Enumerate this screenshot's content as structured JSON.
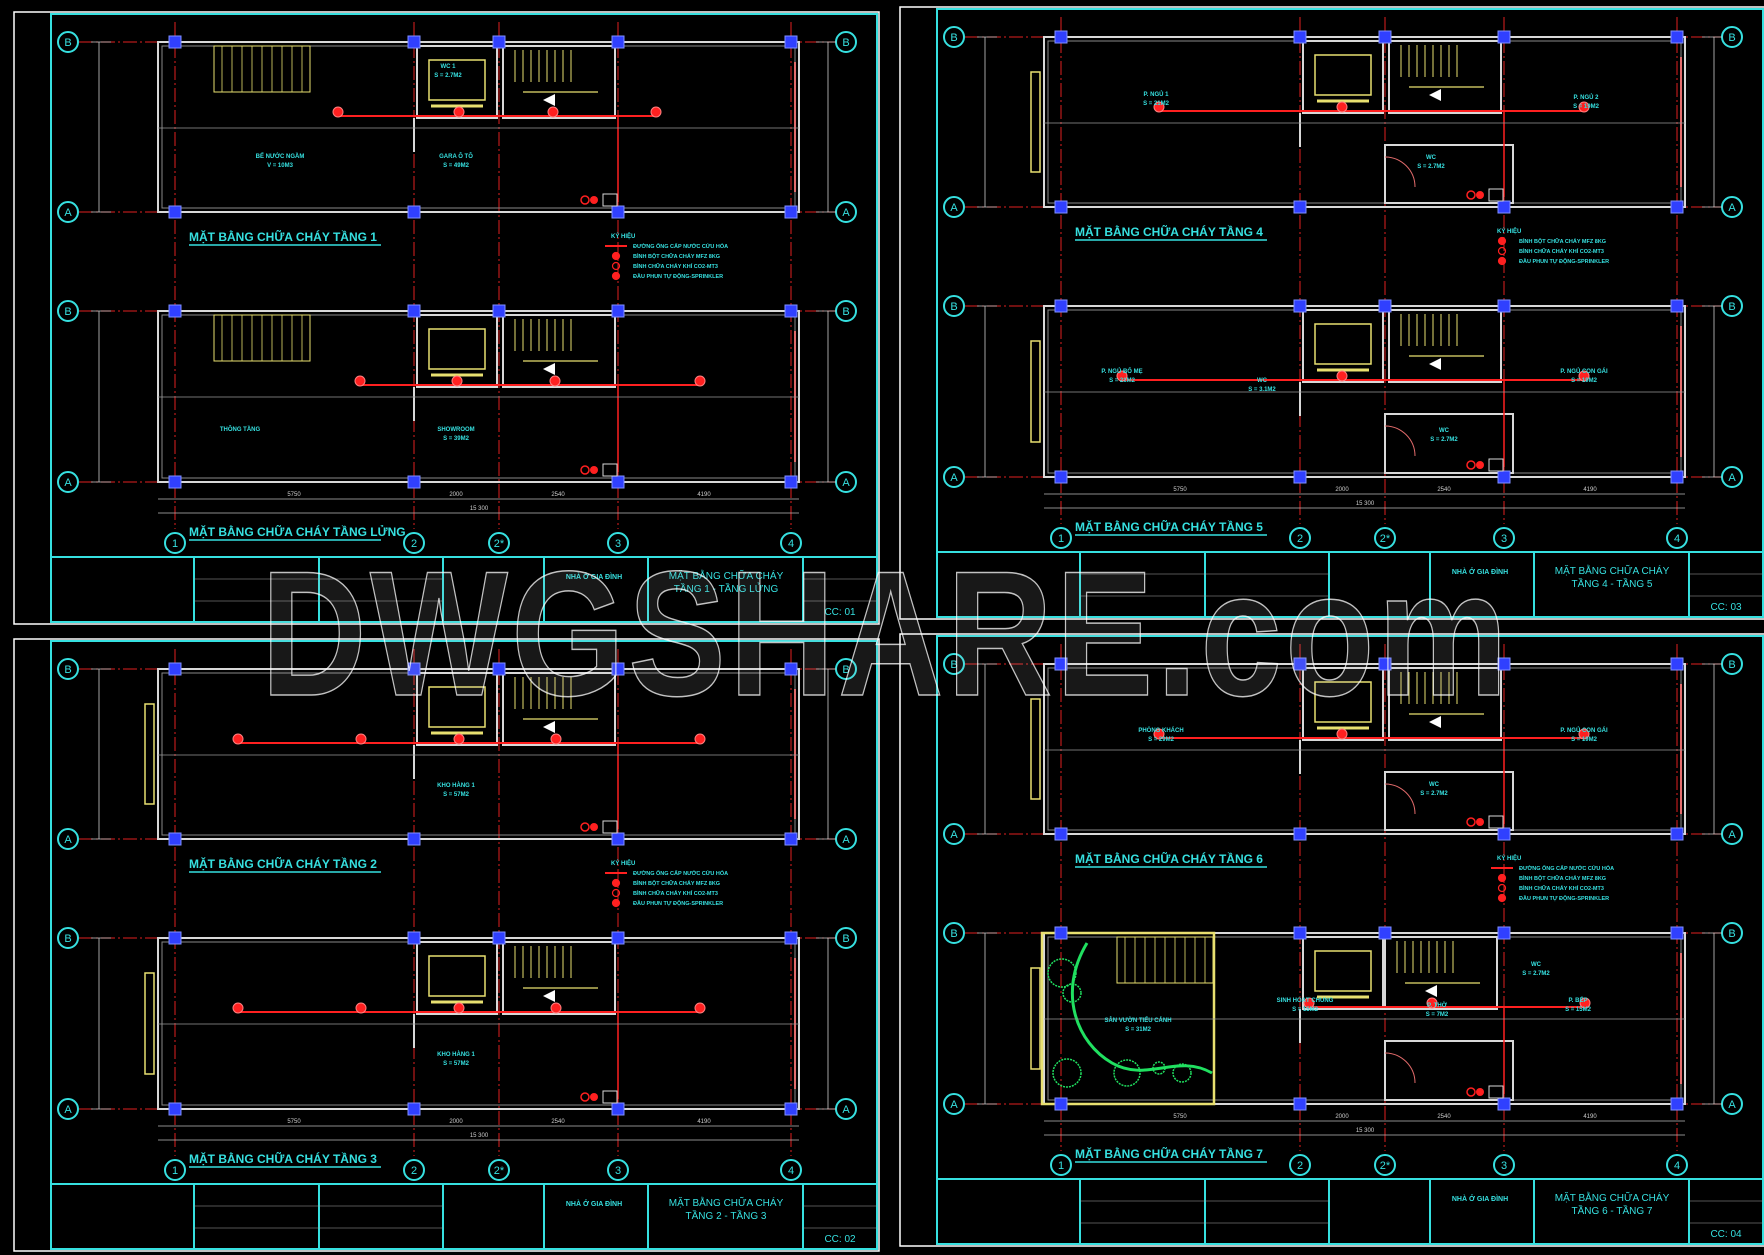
{
  "project_name": "NHÀ Ở GIA ĐÌNH",
  "grid_labels": [
    "1",
    "2",
    "2*",
    "3",
    "4"
  ],
  "axis_labels": [
    "B",
    "A"
  ],
  "bottom_dimensions": [
    "5750",
    "2000",
    "2540",
    "4190"
  ],
  "total_dimension": "15 300",
  "legend": {
    "title": "KÝ HIỆU",
    "items": [
      {
        "symbol": "pipe-line",
        "label": "ĐƯỜNG ỐNG CẤP NƯỚC CỨU HỎA"
      },
      {
        "symbol": "powder-extinguisher",
        "label": "BÌNH BỘT CHỮA CHÁY MFZ 8KG"
      },
      {
        "symbol": "co2-extinguisher",
        "label": "BÌNH CHỮA CHÁY KHÍ CO2-MT3"
      },
      {
        "symbol": "sprinkler",
        "label": "ĐẦU PHUN TỰ ĐỘNG-SPRINKLER"
      }
    ]
  },
  "colors": {
    "frame": "#36e0e0",
    "grid_axis": "#e02020",
    "wall": "#d8d8d8",
    "fixture": "#e8e070",
    "column": "#3040ff",
    "fire_equipment": "#ff2020",
    "landscape": "#20e060"
  },
  "watermark": "DWGSHARE.com",
  "sheets": [
    {
      "sheet_title": [
        "MẶT BẰNG CHỮA CHÁY",
        "TẦNG 1 - TẦNG LỬNG"
      ],
      "sheet_code": "CC: 01",
      "plans": [
        {
          "title": "MẶT BẰNG CHỮA CHÁY TẦNG 1",
          "rooms": [
            {
              "name": "WC 1",
              "area": "S = 2.7M2"
            },
            {
              "name": "BỂ NƯỚC NGẦM",
              "area": "V = 10M3"
            },
            {
              "name": "GARA Ô TÔ",
              "area": "S = 49M2"
            }
          ]
        },
        {
          "title": "MẶT BẰNG CHỮA CHÁY TẦNG LỬNG",
          "rooms": [
            {
              "name": "THÔNG TẦNG",
              "area": ""
            },
            {
              "name": "SHOWROOM",
              "area": "S = 39M2"
            }
          ]
        }
      ]
    },
    {
      "sheet_title": [
        "MẶT BẰNG CHỮA CHÁY",
        "TẦNG 4 - TẦNG 5"
      ],
      "sheet_code": "CC: 03",
      "plans": [
        {
          "title": "MẶT BẰNG CHỮA CHÁY TẦNG 4",
          "rooms": [
            {
              "name": "P. NGỦ 1",
              "area": "S = 21M2"
            },
            {
              "name": "P. NGỦ 2",
              "area": "S = 19M2"
            },
            {
              "name": "WC",
              "area": "S = 2.7M2"
            }
          ]
        },
        {
          "title": "MẶT BẰNG CHỮA CHÁY TẦNG 5",
          "rooms": [
            {
              "name": "P. NGỦ BỐ MẸ",
              "area": "S = 21M2"
            },
            {
              "name": "WC",
              "area": "S = 3.1M2"
            },
            {
              "name": "WC",
              "area": "S = 2.7M2"
            },
            {
              "name": "P. NGỦ CON GÁI",
              "area": "S = 19M2"
            }
          ]
        }
      ]
    },
    {
      "sheet_title": [
        "MẶT BẰNG CHỮA CHÁY",
        "TẦNG 2 - TẦNG 3"
      ],
      "sheet_code": "CC: 02",
      "plans": [
        {
          "title": "MẶT BẰNG CHỮA CHÁY TẦNG 2",
          "rooms": [
            {
              "name": "KHO HÀNG 1",
              "area": "S = 57M2"
            }
          ]
        },
        {
          "title": "MẶT BẰNG CHỮA CHÁY TẦNG 3",
          "rooms": [
            {
              "name": "KHO HÀNG 1",
              "area": "S = 57M2"
            }
          ]
        }
      ]
    },
    {
      "sheet_title": [
        "MẶT BẰNG CHỮA CHÁY",
        "TẦNG 6 - TẦNG 7"
      ],
      "sheet_code": "CC: 04",
      "plans": [
        {
          "title": "MẶT BẰNG CHỮA CHÁY TẦNG 6",
          "rooms": [
            {
              "name": "PHÒNG KHÁCH",
              "area": "S = 29M2"
            },
            {
              "name": "P. NGỦ CON GÁI",
              "area": "S = 19M2"
            },
            {
              "name": "WC",
              "area": "S = 2.7M2"
            }
          ]
        },
        {
          "title": "MẶT BẰNG CHỮA CHÁY TẦNG 7",
          "rooms": [
            {
              "name": "SÂN VƯỜN TIỂU CẢNH",
              "area": "S = 31M2"
            },
            {
              "name": "SINH HOẠT CHUNG",
              "area": "S = 15M2"
            },
            {
              "name": "P. THỜ",
              "area": "S = 7M2"
            },
            {
              "name": "P. BẾP",
              "area": "S = 15M2"
            },
            {
              "name": "WC",
              "area": "S = 2.7M2"
            }
          ]
        }
      ]
    }
  ]
}
